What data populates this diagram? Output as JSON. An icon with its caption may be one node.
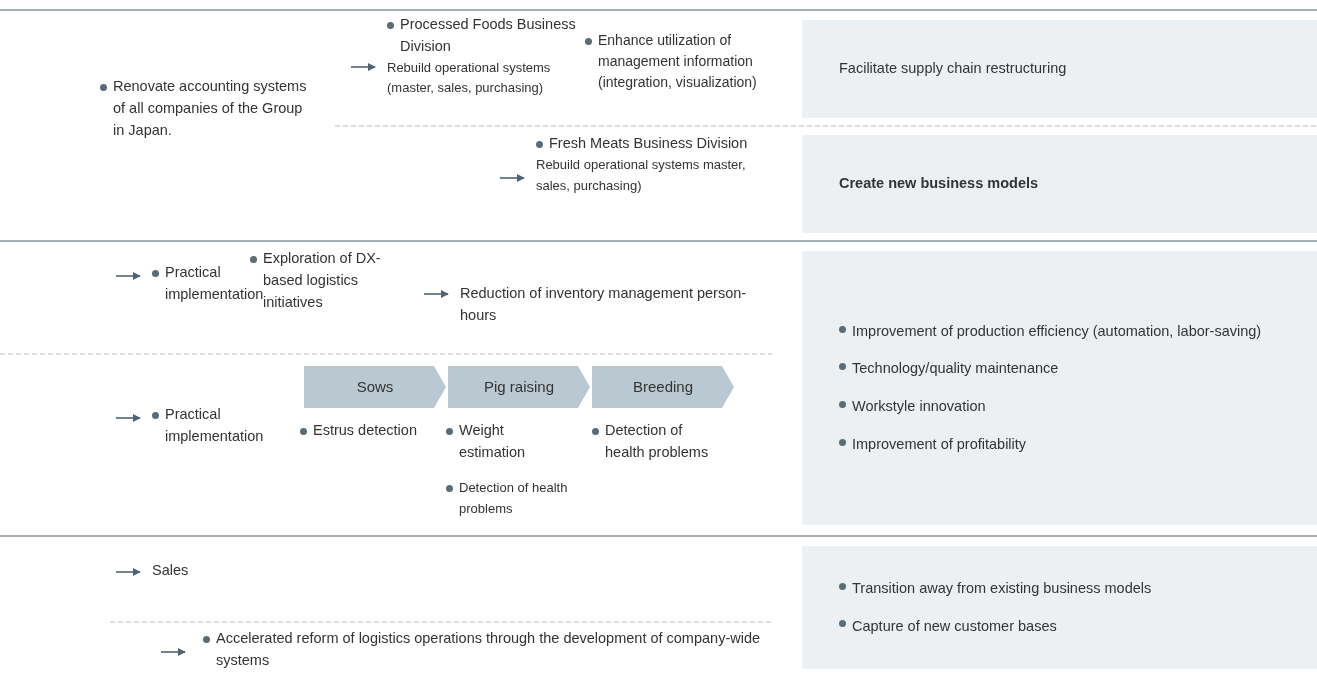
{
  "diagram": {
    "nodes": [
      {
        "text": [
          "Processed Foods Business Division",
          "Rebuild operational systems (master, sales, purchasing)"
        ]
      },
      {
        "text": [
          "Fresh Meats Business Division",
          "Rebuild operational systems master, sales, purchasing)"
        ]
      },
      {
        "text": [
          "Practical implementation"
        ]
      },
      {
        "text": [
          "Reduction of inventory management person-hours"
        ]
      },
      {
        "text": [
          "Practical implementation"
        ]
      },
      {
        "text": [
          "Sales"
        ]
      },
      {
        "text": [
          "Accelerated reform of logistics operations through the development of company-wide systems"
        ]
      },
      {
        "text": [
          "Sows"
        ]
      },
      {
        "text": [
          "Pig raising"
        ]
      },
      {
        "text": [
          "Breeding"
        ]
      },
      {
        "text": [
          "Facilitate supply chain restructuring"
        ]
      },
      {
        "text": [
          "Create new business models"
        ]
      },
      {
        "text": [
          "Improvement of production efficiency (automation, labor-saving)",
          "Technology/quality maintenance",
          "Workstyle innovation",
          "Improvement of profitability"
        ]
      },
      {
        "text": [
          "Transition away from existing business models",
          "Capture of new customer bases"
        ]
      }
    ],
    "edges": [
      {
        "from": null,
        "to": 0,
        "arrow": "to"
      },
      {
        "from": null,
        "to": 1,
        "arrow": "to"
      },
      {
        "from": null,
        "to": 2,
        "arrow": "to"
      },
      {
        "from": null,
        "to": 3,
        "arrow": "to"
      },
      {
        "from": null,
        "to": 4,
        "arrow": "to"
      },
      {
        "from": null,
        "to": 5,
        "arrow": "to"
      },
      {
        "from": null,
        "to": 6,
        "arrow": "to"
      }
    ],
    "labels": [
      "Renovate accounting systems of all companies of the Group in Japan.",
      "Enhance utilization of management information (integration, visualization)",
      "Exploration of DX-based logistics initiatives",
      "Estrus detection",
      "Weight estimation",
      "Detection of health problems",
      "Detection of health problems"
    ]
  }
}
